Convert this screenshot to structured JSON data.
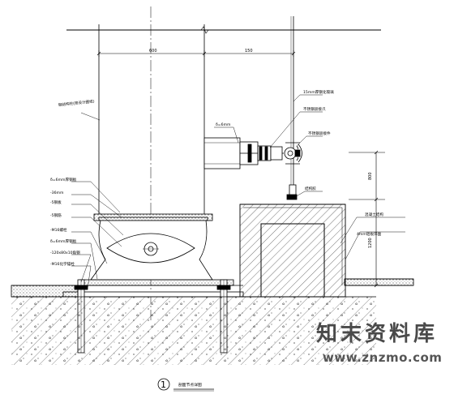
{
  "drawing": {
    "detail_number": "1",
    "caption": "剖面节点详图"
  },
  "dimensions": {
    "column_width": "600",
    "offset_width": "150",
    "vert_upper": "800",
    "vert_lower": "1200"
  },
  "callouts_left": [
    "钢结构柱(按设计图纸)",
    "δ=6mm厚钢板",
    "-36mm",
    "-5钢板",
    "-5钢筋",
    "-M16螺栓",
    "δ=6mm厚钢板",
    "-120x80x10角钢",
    "-M16化学锚栓"
  ],
  "callouts_right": [
    "15mm厚钢化玻璃",
    "不锈钢驳接爪",
    "不锈钢驳接件",
    "结构胶",
    "混凝土结构",
    "4mm铝板饰面"
  ],
  "plate_label": "δ=6mm",
  "watermark": {
    "cn": "知末资料库",
    "url": "www.znzmo.com"
  }
}
